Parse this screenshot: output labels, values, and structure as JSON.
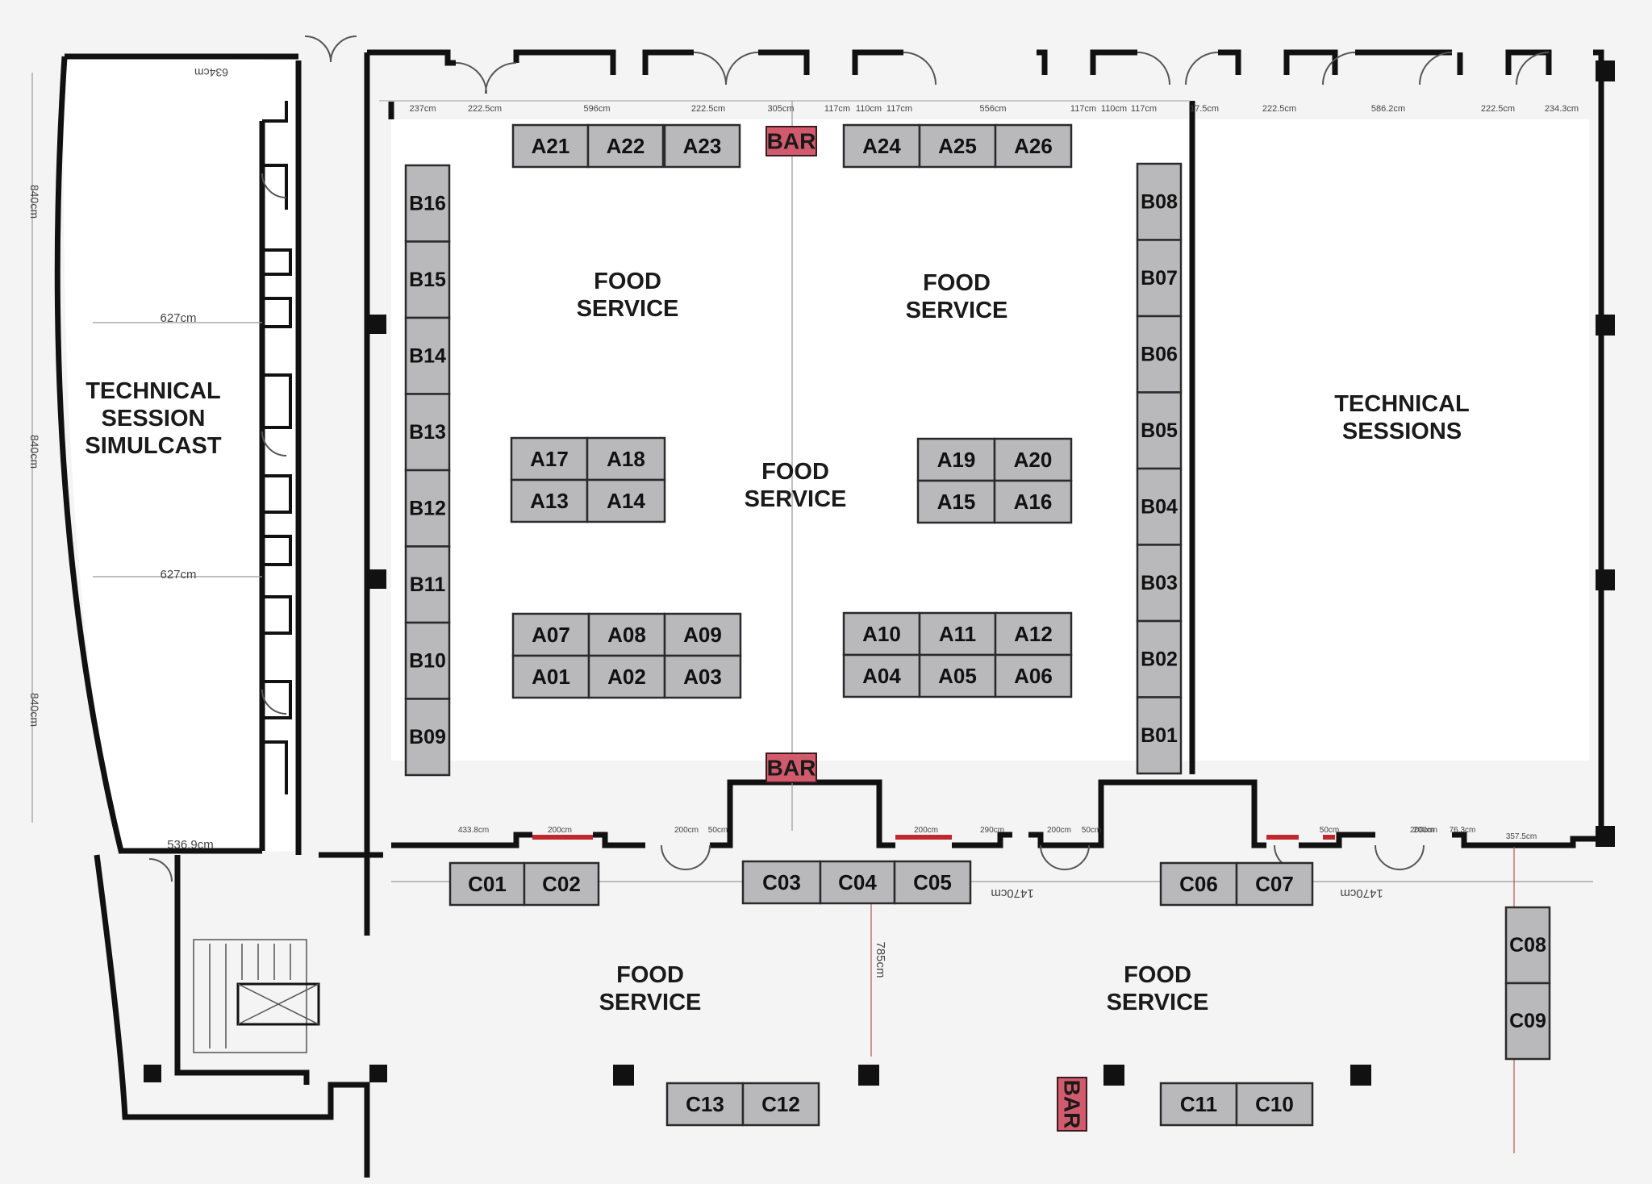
{
  "colors": {
    "background": "#f4f4f4",
    "hall_floor": "#ffffff",
    "wall": "#111111",
    "booth_fill": "#b9b9bb",
    "booth_stroke": "#2a2a2a",
    "bar_fill": "#d15b6c",
    "accent_red": "#c0282d",
    "dimension_line": "#888888"
  },
  "areas": [
    {
      "id": "simulcast",
      "lines": [
        "TECHNICAL",
        "SESSION",
        "SIMULCAST"
      ]
    },
    {
      "id": "food-1",
      "lines": [
        "FOOD",
        "SERVICE"
      ]
    },
    {
      "id": "food-2",
      "lines": [
        "FOOD",
        "SERVICE"
      ]
    },
    {
      "id": "food-3",
      "lines": [
        "FOOD",
        "SERVICE"
      ]
    },
    {
      "id": "sessions",
      "lines": [
        "TECHNICAL",
        "SESSIONS"
      ]
    },
    {
      "id": "food-4",
      "lines": [
        "FOOD",
        "SERVICE"
      ]
    },
    {
      "id": "food-5",
      "lines": [
        "FOOD",
        "SERVICE"
      ]
    }
  ],
  "bars": [
    "BAR",
    "BAR",
    "BAR"
  ],
  "booths": [
    "A21",
    "A22",
    "A23",
    "A24",
    "A25",
    "A26",
    "A17",
    "A18",
    "A13",
    "A14",
    "A19",
    "A20",
    "A15",
    "A16",
    "A07",
    "A08",
    "A09",
    "A01",
    "A02",
    "A03",
    "A10",
    "A11",
    "A12",
    "A04",
    "A05",
    "A06",
    "B16",
    "B15",
    "B14",
    "B13",
    "B12",
    "B11",
    "B10",
    "B09",
    "B08",
    "B07",
    "B06",
    "B05",
    "B04",
    "B03",
    "B02",
    "B01",
    "C01",
    "C02",
    "C03",
    "C04",
    "C05",
    "C06",
    "C07",
    "C08",
    "C09",
    "C13",
    "C12",
    "C11",
    "C10"
  ],
  "dimensions": [
    "237cm",
    "222.5cm",
    "596cm",
    "222.5cm",
    "305cm",
    "117cm",
    "110cm",
    "117cm",
    "556cm",
    "117cm",
    "110cm",
    "117cm",
    "17.5cm",
    "222.5cm",
    "586.2cm",
    "222.5cm",
    "234.3cm",
    "634cm",
    "840cm",
    "627cm",
    "840cm",
    "627cm",
    "840cm",
    "536.9cm",
    "433.8cm",
    "200cm",
    "200cm",
    "50cm",
    "200cm",
    "290cm",
    "200cm",
    "50cm",
    "200cm",
    "50cm",
    "200cm",
    "76.3cm",
    "357.5cm",
    "1470cm",
    "1470cm",
    "785cm"
  ]
}
